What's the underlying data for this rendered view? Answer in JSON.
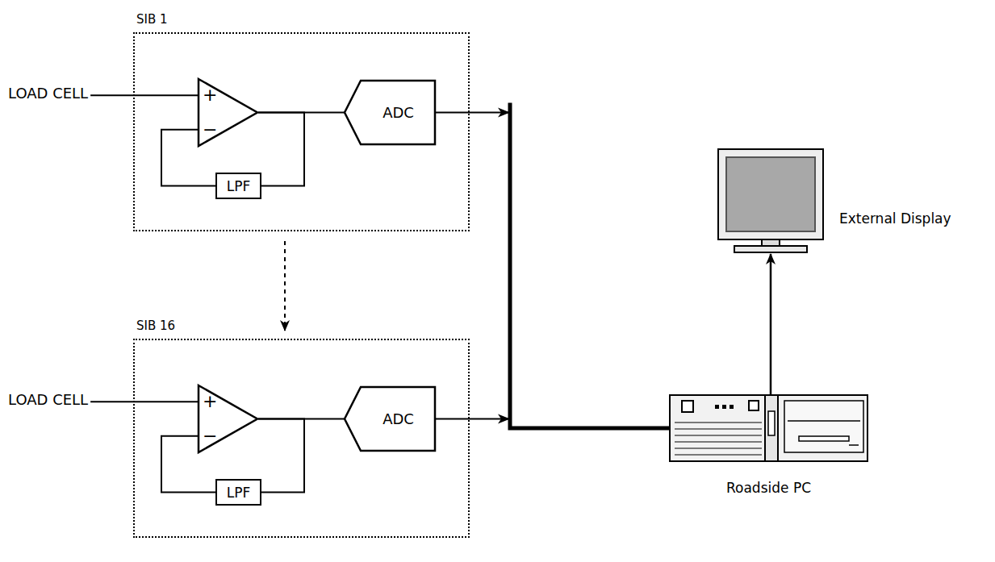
{
  "diagram": {
    "nodes": [
      {
        "text": [
          "SIB 1"
        ]
      },
      {
        "text": [
          "+",
          "−"
        ],
        "in": 0
      },
      {
        "text": [
          "LPF"
        ],
        "in": 0
      },
      {
        "text": [
          "ADC"
        ],
        "in": 0
      },
      {
        "text": [
          "SIB 16"
        ]
      },
      {
        "text": [
          "+",
          "−"
        ],
        "in": 4
      },
      {
        "text": [
          "LPF"
        ],
        "in": 4
      },
      {
        "text": [
          "ADC"
        ],
        "in": 4
      },
      {
        "text": [
          "Roadside PC"
        ]
      },
      {
        "text": [
          "External Display"
        ]
      }
    ],
    "edges": [
      {
        "from": 0,
        "to": 4,
        "arrow": "to"
      },
      {
        "from": 1,
        "to": 3,
        "arrow": "none"
      },
      {
        "from": 1,
        "to": 2,
        "arrow": "none"
      },
      {
        "from": 2,
        "to": 1,
        "arrow": "none"
      },
      {
        "from": 5,
        "to": 7,
        "arrow": "none"
      },
      {
        "from": 5,
        "to": 6,
        "arrow": "none"
      },
      {
        "from": 6,
        "to": 5,
        "arrow": "none"
      },
      {
        "from": 3,
        "to": 8,
        "arrow": "to"
      },
      {
        "from": 7,
        "to": 8,
        "arrow": "to"
      },
      {
        "from": 8,
        "to": 9,
        "arrow": "to"
      }
    ],
    "labels": [
      "LOAD CELL",
      "LOAD CELL"
    ]
  }
}
